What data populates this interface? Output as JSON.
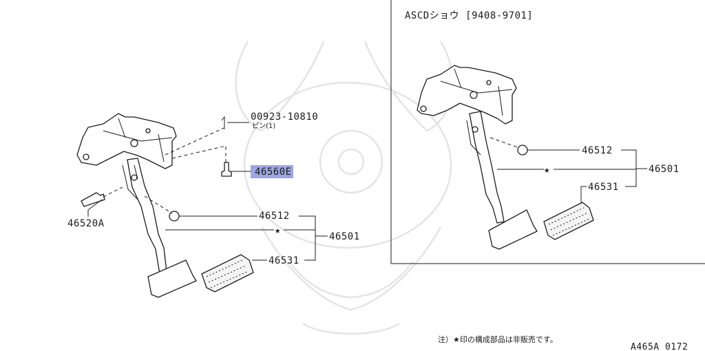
{
  "inset": {
    "title": "ASCDショウ [9408-9701]",
    "labels": {
      "part_46512": "46512",
      "part_46501": "46501",
      "part_46531": "46531",
      "star": "★"
    }
  },
  "main": {
    "labels": {
      "part_00923": "00923-10810",
      "part_00923_desc": "ピン(1)",
      "part_46560e": "46560E",
      "part_46520a": "46520A",
      "part_46512": "46512",
      "part_46501": "46501",
      "part_46531": "46531",
      "star": "★"
    }
  },
  "footer": {
    "note": "注）★印の構成部品は非販売です。",
    "code": "A465A 0172"
  },
  "colors": {
    "ink": "#1a1a1a",
    "highlight": "#8c96d8",
    "watermark": "#e4e4e4"
  }
}
